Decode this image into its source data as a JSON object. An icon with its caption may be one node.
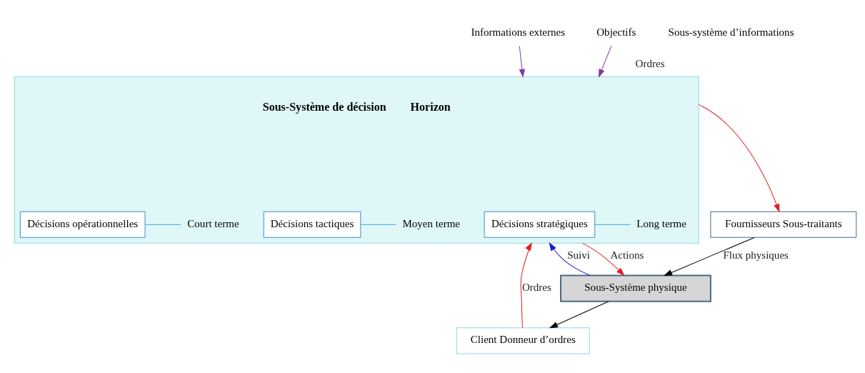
{
  "diagram": {
    "nodes": [
      {
        "text": [
          "Informations externes"
        ]
      },
      {
        "text": [
          "Objectifs"
        ]
      },
      {
        "text": [
          "Sous-Système de décision",
          "Horizon"
        ]
      },
      {
        "text": [
          "Décisions stratégiques"
        ],
        "in": 2
      },
      {
        "text": [
          "Long terme"
        ],
        "in": 2
      },
      {
        "text": [
          "Décisions tactiques"
        ],
        "in": 2
      },
      {
        "text": [
          "Moyen terme"
        ],
        "in": 2
      },
      {
        "text": [
          "Décisions opérationnelles"
        ],
        "in": 2
      },
      {
        "text": [
          "Court terme"
        ],
        "in": 2
      },
      {
        "text": [
          "Fournisseurs Sous-traitants"
        ]
      },
      {
        "text": [
          "Sous-Système physique"
        ]
      },
      {
        "text": [
          "Client Donneur d’ordres"
        ]
      }
    ],
    "edges": [
      {
        "from": 0,
        "to": 2,
        "arrow": "to",
        "color": "#7b3fa0"
      },
      {
        "from": 1,
        "to": 2,
        "arrow": "to",
        "color": "#7b3fa0"
      },
      {
        "from": 3,
        "to": 4,
        "arrow": "none",
        "color": "#2fa8d8"
      },
      {
        "from": 5,
        "to": 6,
        "arrow": "none",
        "color": "#2fa8d8"
      },
      {
        "from": 7,
        "to": 8,
        "arrow": "none",
        "color": "#2fa8d8"
      },
      {
        "from": 2,
        "to": 9,
        "arrow": "to",
        "label": "Ordres",
        "color": "#e02020"
      },
      {
        "from": 11,
        "to": 2,
        "arrow": "to",
        "label": "Ordres",
        "color": "#e02020"
      },
      {
        "from": 2,
        "to": 10,
        "arrow": "to",
        "label": "Actions",
        "color": "#e02020"
      },
      {
        "from": 10,
        "to": 2,
        "arrow": "to",
        "label": "Suivi",
        "color": "#1a1ad0"
      },
      {
        "from": 9,
        "to": 10,
        "arrow": "to",
        "label": "Flux physiques",
        "color": "#000000"
      },
      {
        "from": 10,
        "to": 11,
        "arrow": "to",
        "color": "#000000"
      }
    ],
    "labels": [
      "Sous-système d’informations"
    ]
  }
}
